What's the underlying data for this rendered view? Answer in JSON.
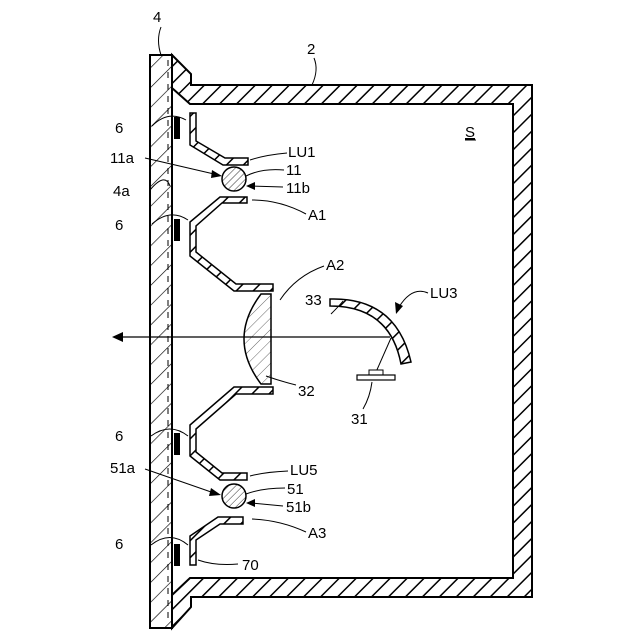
{
  "labels": {
    "wall_4": "4",
    "housing_2": "2",
    "space_s": "S",
    "mark_6_top": "6",
    "mark_11a": "11a",
    "mark_4a": "4a",
    "mark_6_second": "6",
    "lu1": "LU1",
    "mark_11": "11",
    "mark_11b": "11b",
    "a1": "A1",
    "a2": "A2",
    "lu3": "LU3",
    "mark_33": "33",
    "mark_32": "32",
    "mark_31": "31",
    "mark_6_third": "6",
    "mark_51a": "51a",
    "lu5": "LU5",
    "mark_51": "51",
    "mark_51b": "51b",
    "a3": "A3",
    "mark_6_bottom": "6",
    "mark_70": "70"
  },
  "colors": {
    "line": "#000000",
    "background": "#ffffff"
  }
}
